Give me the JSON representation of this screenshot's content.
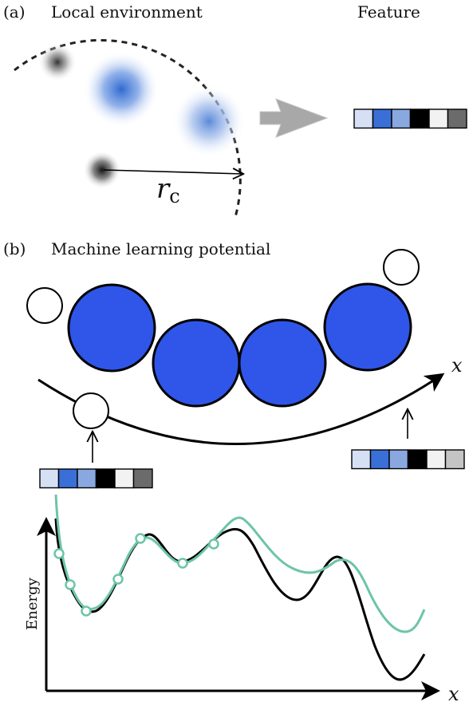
{
  "panel_a": {
    "tag": "(a)",
    "title": "Local environment",
    "feature_title": "Feature",
    "rc_symbol": "r",
    "rc_subscript": "c",
    "feature_colors": [
      "#d6e0f5",
      "#3a6fd8",
      "#8aa8e0",
      "#000000",
      "#f2f2f2",
      "#6b6b6b"
    ]
  },
  "panel_b": {
    "tag": "(b)",
    "title": "Machine learning potential",
    "x_symbol": "x",
    "feature_left_colors": [
      "#d6e0f5",
      "#3a6fd8",
      "#8aa8e0",
      "#000000",
      "#f2f2f2",
      "#6b6b6b"
    ],
    "feature_right_colors": [
      "#d6e0f5",
      "#3a6fd8",
      "#8aa8e0",
      "#000000",
      "#f2f2f2",
      "#c4c4c4"
    ],
    "atom_color": "#2f56e8",
    "energy_plot": {
      "ylabel": "Energy",
      "xlabel": "x",
      "true_color": "#000000",
      "ml_color": "#6cc5a6"
    }
  }
}
